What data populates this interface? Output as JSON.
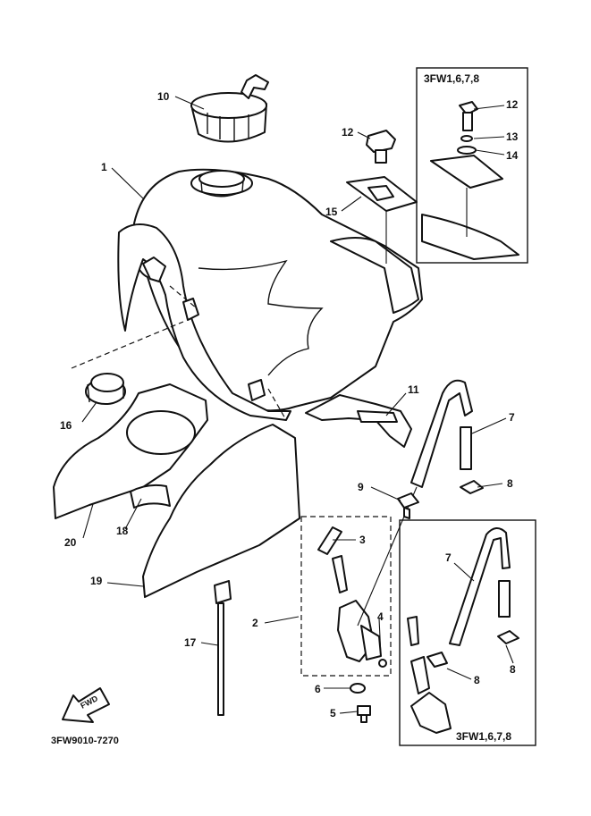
{
  "diagram_code": "3FW9010-7270",
  "inset_top_label": "3FW1,6,7,8",
  "inset_bottom_label": "3FW1,6,7,8",
  "fwd_label": "FWD",
  "callouts": {
    "c1": "1",
    "c2": "2",
    "c3": "3",
    "c4": "4",
    "c5": "5",
    "c6": "6",
    "c7": "7",
    "c8": "8",
    "c9": "9",
    "c10": "10",
    "c11": "11",
    "c12": "12",
    "c15": "15",
    "c16": "16",
    "c17": "17",
    "c18": "18",
    "c19": "19",
    "c20": "20",
    "t12": "12",
    "t13": "13",
    "t14": "14",
    "b7": "7",
    "b8a": "8",
    "b8b": "8"
  }
}
